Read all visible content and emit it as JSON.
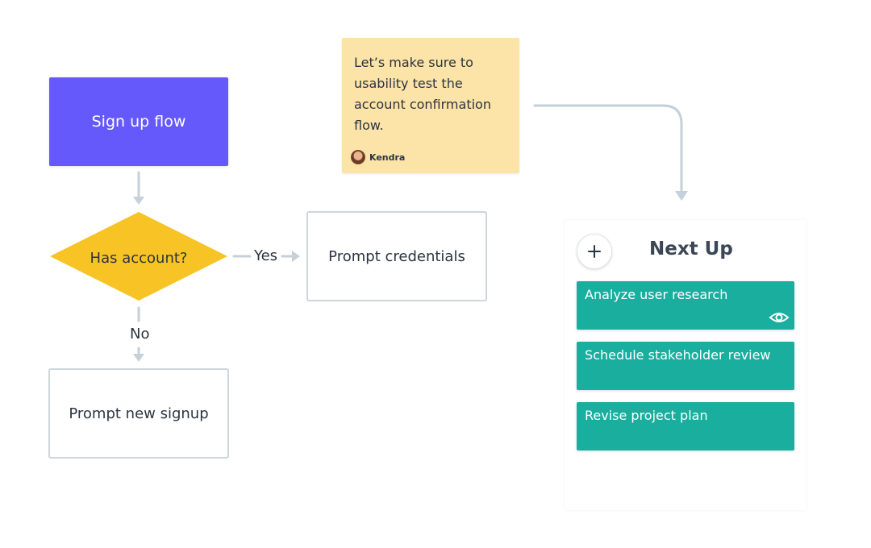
{
  "flowchart": {
    "start_node": "Sign up flow",
    "decision": "Has account?",
    "yes_label": "Yes",
    "no_label": "No",
    "yes_target": "Prompt credentials",
    "no_target": "Prompt new signup"
  },
  "sticky_note": {
    "text": "Let’s make sure to\nusability test the\naccount confirmation\nflow.",
    "author": "Kendra"
  },
  "next_up": {
    "title": "Next Up",
    "add_icon": "plus-icon",
    "cards": [
      {
        "label": "Analyze user research",
        "icon": "eye-icon"
      },
      {
        "label": "Schedule stakeholder review"
      },
      {
        "label": "Revise project plan"
      }
    ]
  },
  "colors": {
    "start_node": "#6559fb",
    "decision": "#f7c325",
    "sticky": "#fce3a8",
    "card": "#1aae9f",
    "connector": "#c5d0d8"
  }
}
